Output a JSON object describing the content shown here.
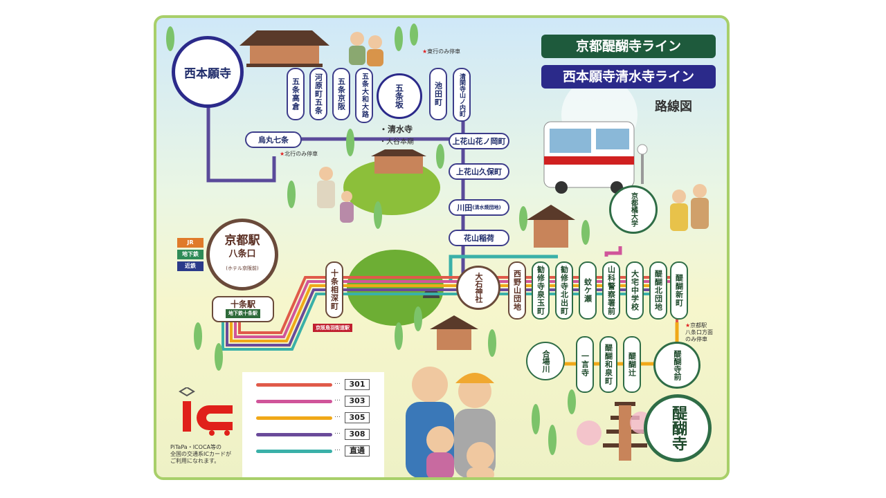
{
  "banner": {
    "line1": "京都醍醐寺ライン",
    "line2": "西本願寺清水寺ライン",
    "subtitle": "路線図",
    "color1": "#1e5a3c",
    "color2": "#2b2a8a"
  },
  "hubs": {
    "nishihonganji": "西本願寺",
    "gojozaka": "五条坂",
    "kyoto_station": "京都駅",
    "kyoto_station_sub": "八条口",
    "kyoto_station_note": "(ホテル京阪前)",
    "oishi": "大石神社",
    "kyoto_tachibana": "京都橘大学",
    "daigojimae": "醍醐寺前",
    "daigoji": "醍醐寺"
  },
  "stops": {
    "karasuma_shichijo": "烏丸七条",
    "gojo_takakura": "五条高倉",
    "kawaramachi_gojo": "河原町五条",
    "gojo_keihan": "五条京阪",
    "gojo_yamato": "五条大和大路",
    "ikedacho": "池田町",
    "kiyokanji": "清閑寺山ノ内町",
    "kamikazan_hanano": "上花山花ノ岡町",
    "kamikazan_kubo": "上花山久保町",
    "kawata": "川田",
    "kawata_sub": "(清水焼団地)",
    "kazan_inari": "花山稲荷",
    "jujo_aifuka": "十条相深町",
    "jujo_station": "十条駅",
    "jujo_station_sub": "地下鉄十条駅",
    "keihan_toba": "京阪鳥羽街道駅",
    "nishino_yama": "西野山団地",
    "kanshuji_izumi": "勧修寺泉玉町",
    "kanshuji_kita": "勧修寺北出町",
    "kagase": "蚊ケ瀬",
    "yamashina_keisatsu": "山科警察署前",
    "otaku_chugaku": "大宅中学校",
    "daigo_kita": "醍醐北団地",
    "daigo_shinmachi": "醍醐新町",
    "aibagawa": "合場川",
    "ichigonji": "一言寺",
    "daigo_wasen": "醍醐和泉町",
    "daigo_tsuji": "醍醐辻"
  },
  "landmarks": {
    "kiyomizu": "・清水寺",
    "otani": "・大谷本廟"
  },
  "notes": {
    "up_only": "東行のみ停車",
    "north_only": "北行のみ停車",
    "kyoto_only_1": "京都駅",
    "kyoto_only_2": "八条口方面",
    "kyoto_only_3": "のみ停車",
    "star": "★"
  },
  "rail_tags": [
    "JR",
    "地下鉄",
    "近鉄"
  ],
  "rail_colors": [
    "#e07a2a",
    "#2e8b57",
    "#2b3a8a"
  ],
  "legend": [
    {
      "route": "301",
      "color": "#e05a4a"
    },
    {
      "route": "303",
      "color": "#d0559a"
    },
    {
      "route": "305",
      "color": "#f0a818"
    },
    {
      "route": "308",
      "color": "#6a4a9a"
    },
    {
      "route": "直通",
      "color": "#3ab0a8"
    }
  ],
  "ic": {
    "label": "IC",
    "cards": "PiTaPa・ICOCA等の",
    "line2": "全国の交通系ICカードが",
    "line3": "ご利用になれます。",
    "color": "#e0201a"
  }
}
